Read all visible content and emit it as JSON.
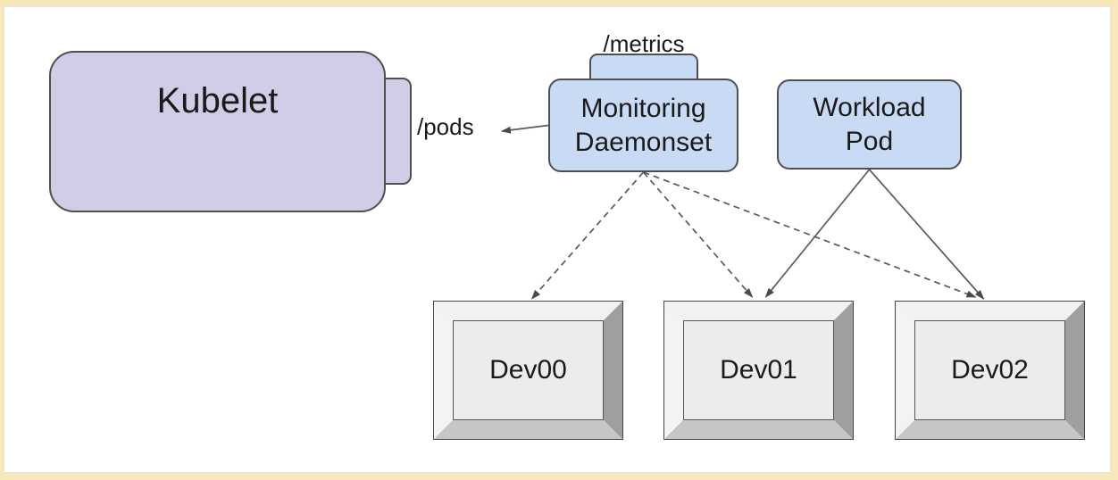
{
  "nodes": {
    "kubelet": {
      "label": "Kubelet"
    },
    "pods_label": {
      "label": "/pods"
    },
    "metrics_label": {
      "label": "/metrics"
    },
    "monitoring_daemonset": {
      "label": "Monitoring\nDaemonset"
    },
    "workload_pod": {
      "label": "Workload\nPod"
    },
    "dev00": {
      "label": "Dev00"
    },
    "dev01": {
      "label": "Dev01"
    },
    "dev02": {
      "label": "Dev02"
    }
  },
  "edges": [
    {
      "from": "monitoring_daemonset",
      "from_side": "left",
      "to": "pods_label",
      "to_side": "right",
      "style": "solid"
    },
    {
      "from": "monitoring_daemonset",
      "from_side": "bottom",
      "to": "dev00",
      "to_side": "top",
      "style": "dashed"
    },
    {
      "from": "monitoring_daemonset",
      "from_side": "bottom",
      "to": "dev01",
      "to_side": "top",
      "style": "dashed"
    },
    {
      "from": "monitoring_daemonset",
      "from_side": "bottom",
      "to": "dev02",
      "to_side": "top",
      "style": "dashed"
    },
    {
      "from": "workload_pod",
      "from_side": "bottom",
      "to": "dev01",
      "to_side": "top",
      "style": "solid"
    },
    {
      "from": "workload_pod",
      "from_side": "bottom",
      "to": "dev02",
      "to_side": "top",
      "style": "solid"
    }
  ],
  "colors": {
    "kubelet_fill": "#d3cce7",
    "pod_fill": "#c9dbf4",
    "node_border": "#4f4f4f",
    "device_face": "#ececec",
    "device_bevel_light": "#f1f1f1",
    "device_bevel_dark": "#9f9f9f",
    "device_bevel_mid": "#c6c6c6",
    "edge_color": "#5a5a5a",
    "frame_border": "#f8e7bb",
    "background": "#ffffff"
  }
}
